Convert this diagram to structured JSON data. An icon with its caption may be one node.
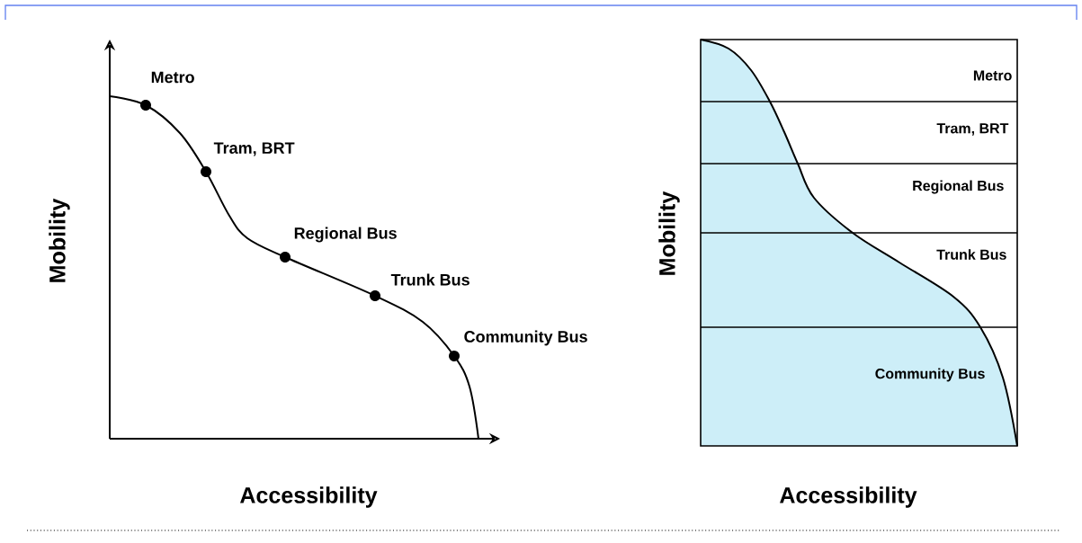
{
  "diagram": {
    "labels": [
      "Metro",
      "Tram, BRT",
      "Regional Bus",
      "Trunk Bus",
      "Community Bus",
      "Mobility",
      "Accessibility",
      "Metro",
      "Tram, BRT",
      "Regional Bus",
      "Trunk Bus",
      "Community Bus",
      "Mobility",
      "Accessibility"
    ]
  }
}
